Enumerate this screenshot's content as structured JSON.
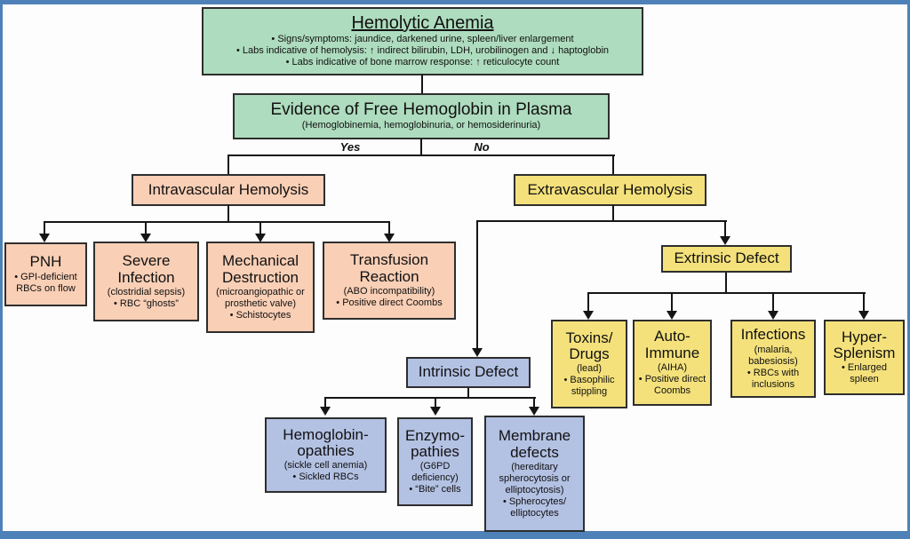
{
  "palette": {
    "frame": "#4e81b8",
    "green": "#aedcbe",
    "pink": "#f9cfb6",
    "yellow": "#f4e17b",
    "blue": "#b3c1e3",
    "line": "#151515"
  },
  "labels": {
    "yes": "Yes",
    "no": "No"
  },
  "nodes": {
    "hemolytic": {
      "title": "Hemolytic Anemia",
      "sub": [
        "• Signs/symptoms: jaundice, darkened urine, spleen/liver enlargement",
        "• Labs indicative of hemolysis: ↑ indirect bilirubin, LDH, urobilinogen and ↓ haptoglobin",
        "• Labs indicative of bone marrow response: ↑ reticulocyte count"
      ]
    },
    "evidence": {
      "title": "Evidence of Free Hemoglobin in Plasma",
      "sub": [
        "(Hemoglobinemia, hemoglobinuria, or hemosiderinuria)"
      ]
    },
    "intravascular": {
      "title": "Intravascular Hemolysis"
    },
    "extravascular": {
      "title": "Extravascular Hemolysis"
    },
    "pnh": {
      "title": "PNH",
      "sub": [
        "• GPI-deficient RBCs on flow"
      ]
    },
    "severe": {
      "title": [
        "Severe",
        "Infection"
      ],
      "sub": [
        "(clostridial sepsis)",
        "• RBC “ghosts”"
      ]
    },
    "mechanical": {
      "title": [
        "Mechanical",
        "Destruction"
      ],
      "sub": [
        "(microangiopathic or prosthetic valve)",
        "• Schistocytes"
      ]
    },
    "transfusion": {
      "title": [
        "Transfusion",
        "Reaction"
      ],
      "sub": [
        "(ABO incompatibility)",
        "• Positive direct Coombs"
      ]
    },
    "extrinsic": {
      "title": "Extrinsic Defect"
    },
    "intrinsic": {
      "title": "Intrinsic Defect"
    },
    "toxins": {
      "title": [
        "Toxins/",
        "Drugs"
      ],
      "sub": [
        "(lead)",
        "• Basophilic stippling"
      ]
    },
    "autoimmune": {
      "title": [
        "Auto-",
        "Immune"
      ],
      "sub": [
        "(AIHA)",
        "• Positive direct Coombs"
      ]
    },
    "infections": {
      "title": "Infections",
      "sub": [
        "(malaria, babesiosis)",
        "• RBCs with inclusions"
      ]
    },
    "hyper": {
      "title": [
        "Hyper-",
        "Splenism"
      ],
      "sub": [
        "• Enlarged spleen"
      ]
    },
    "hemoglobin": {
      "title": [
        "Hemoglobin-",
        "opathies"
      ],
      "sub": [
        "(sickle cell anemia)",
        "• Sickled RBCs"
      ]
    },
    "enzymo": {
      "title": [
        "Enzymo-",
        "pathies"
      ],
      "sub": [
        "(G6PD deficiency)",
        "• “Bite” cells"
      ]
    },
    "membrane": {
      "title": [
        "Membrane",
        "defects"
      ],
      "sub": [
        "(hereditary spherocytosis or elliptocytosis)",
        "• Spherocytes/",
        "elliptocytes"
      ]
    }
  }
}
